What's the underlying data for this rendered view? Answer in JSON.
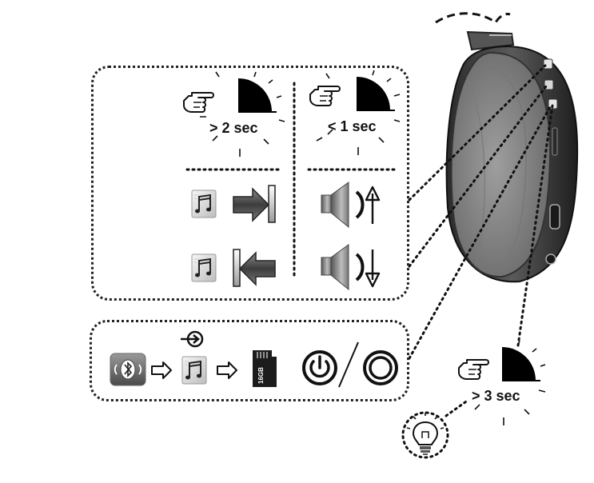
{
  "labels": {
    "press_long": "> 2 sec",
    "press_short": "< 1 sec",
    "press_power": "> 3 sec"
  },
  "sd_card": {
    "capacity": "16GB"
  },
  "icons": [
    "hand-pointer-icon",
    "timer-quarter-icon",
    "music-note-icon",
    "next-track-icon",
    "previous-track-icon",
    "volume-up-icon",
    "volume-down-icon",
    "bluetooth-icon",
    "aux-input-icon",
    "micro-sd-icon",
    "power-on-icon",
    "power-off-icon",
    "light-bulb-icon",
    "headphone-earcup"
  ],
  "colors": {
    "outline": "#222222",
    "earcup_dark": "#3a3a3a",
    "cushion": "#8f8f8f",
    "background": "#ffffff"
  }
}
